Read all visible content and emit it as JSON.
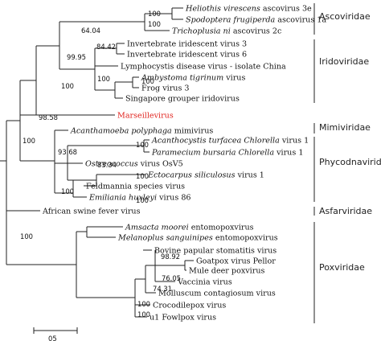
{
  "leaves": [
    {
      "segments": [
        {
          "t": "Heliothis virescens",
          "i": true
        },
        {
          "t": " ascovirus 3e",
          "i": false
        }
      ],
      "color": "#111111"
    },
    {
      "segments": [
        {
          "t": "Spodoptera frugiperda",
          "i": true
        },
        {
          "t": " ascovirus 1a",
          "i": false
        }
      ],
      "color": "#111111"
    },
    {
      "segments": [
        {
          "t": "Trichoplusia ni",
          "i": true
        },
        {
          "t": " ascovirus 2c",
          "i": false
        }
      ],
      "color": "#111111"
    },
    {
      "segments": [
        {
          "t": "Invertebrate iridescent virus 3",
          "i": false
        }
      ],
      "color": "#111111"
    },
    {
      "segments": [
        {
          "t": "Invertebrate iridescent virus 6",
          "i": false
        }
      ],
      "color": "#111111"
    },
    {
      "segments": [
        {
          "t": "Lymphocystis disease virus - isolate China",
          "i": false
        }
      ],
      "color": "#111111"
    },
    {
      "segments": [
        {
          "t": "Ambystoma tigrinum",
          "i": true
        },
        {
          "t": " virus",
          "i": false
        }
      ],
      "color": "#111111"
    },
    {
      "segments": [
        {
          "t": "Frog virus 3",
          "i": false
        }
      ],
      "color": "#111111"
    },
    {
      "segments": [
        {
          "t": "Singapore grouper iridovirus",
          "i": false
        }
      ],
      "color": "#111111"
    },
    {
      "segments": [
        {
          "t": "Marseillevirus",
          "i": false
        }
      ],
      "color": "#e0201b"
    },
    {
      "segments": [
        {
          "t": "Acanthamoeba polyphaga",
          "i": true
        },
        {
          "t": " mimivirus",
          "i": false
        }
      ],
      "color": "#111111"
    },
    {
      "segments": [
        {
          "t": "Acanthocystis turfacea Chlorella",
          "i": true
        },
        {
          "t": " virus 1",
          "i": false
        }
      ],
      "color": "#111111"
    },
    {
      "segments": [
        {
          "t": "Paramecium bursaria Chlorella",
          "i": true
        },
        {
          "t": " virus 1",
          "i": false
        }
      ],
      "color": "#111111"
    },
    {
      "segments": [
        {
          "t": "Ostreococcus",
          "i": true
        },
        {
          "t": " virus OsV5",
          "i": false
        }
      ],
      "color": "#111111"
    },
    {
      "segments": [
        {
          "t": "Ectocarpus siliculosus",
          "i": true
        },
        {
          "t": " virus 1",
          "i": false
        }
      ],
      "color": "#111111"
    },
    {
      "segments": [
        {
          "t": "Feldmannia species virus",
          "i": false
        }
      ],
      "color": "#111111"
    },
    {
      "segments": [
        {
          "t": "Emiliania huxleyi",
          "i": true
        },
        {
          "t": " virus 86",
          "i": false
        }
      ],
      "color": "#111111"
    },
    {
      "segments": [
        {
          "t": "African swine fever virus",
          "i": false
        }
      ],
      "color": "#111111"
    },
    {
      "segments": [
        {
          "t": "Amsacta moorei",
          "i": true
        },
        {
          "t": " entomopoxvirus",
          "i": false
        }
      ],
      "color": "#111111"
    },
    {
      "segments": [
        {
          "t": "Melanoplus sanguinipes",
          "i": true
        },
        {
          "t": " entomopoxvirus",
          "i": false
        }
      ],
      "color": "#111111"
    },
    {
      "segments": [
        {
          "t": "Bovine papular stomatitis virus",
          "i": false
        }
      ],
      "color": "#111111"
    },
    {
      "segments": [
        {
          "t": "Goatpox virus Pellor",
          "i": false
        }
      ],
      "color": "#111111"
    },
    {
      "segments": [
        {
          "t": "Mule deer poxvirus",
          "i": false
        }
      ],
      "color": "#111111"
    },
    {
      "segments": [
        {
          "t": "Vaccinia virus",
          "i": false
        }
      ],
      "color": "#111111"
    },
    {
      "segments": [
        {
          "t": "Molluscum contagiosum virus",
          "i": false
        }
      ],
      "color": "#111111"
    },
    {
      "segments": [
        {
          "t": "Crocodilepox virus",
          "i": false
        }
      ],
      "color": "#111111"
    },
    {
      "segments": [
        {
          "t": "u1 Fowlpox virus",
          "i": false
        }
      ],
      "color": "#111111"
    }
  ],
  "bootstrap": [
    "100",
    "100",
    "64.04",
    "84.42",
    "99.95",
    "100",
    "100",
    "100",
    "98.58",
    "100",
    "100",
    "93.68",
    "83.34",
    "100",
    "100",
    "100",
    "100",
    "98.92",
    "76.05",
    "74.31",
    "100",
    "100"
  ],
  "families": [
    "Ascoviridae",
    "Iridoviridae",
    "Mimiviridae",
    "Phycodnaviridae",
    "Asfarviridae",
    "Poxviridae"
  ],
  "scale_bar": {
    "label": "05"
  }
}
